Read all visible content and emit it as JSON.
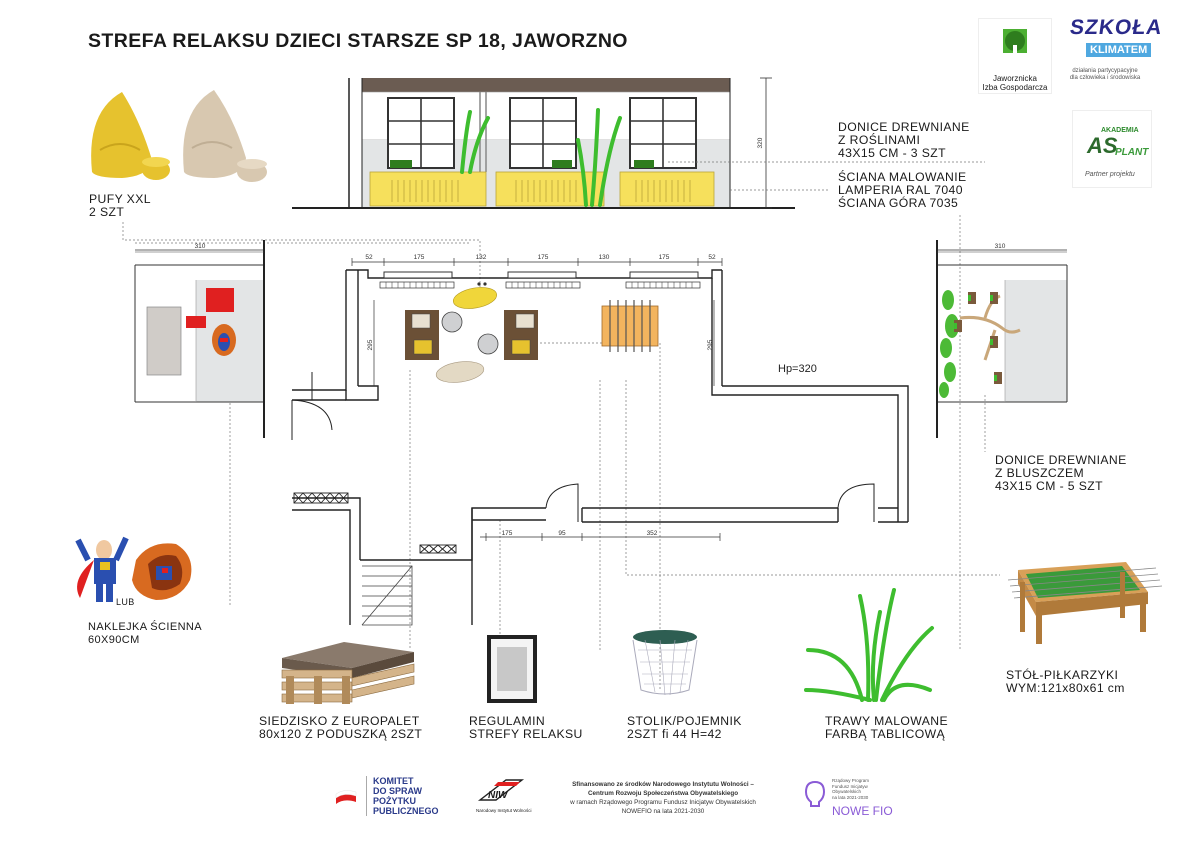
{
  "title": "STREFA RELAKSU DZIECI STARSZE SP 18, JAWORZNO",
  "logos": {
    "jig_line1": "Jaworznicka",
    "jig_line2": "Izba Gospodarcza",
    "szkola_main": "SZKOŁA",
    "szkola_sub": "KLIMATEM",
    "szkola_tag1": "działania partycypacyjne",
    "szkola_tag2": "dla człowieka i środowiska",
    "akademia": "AKADEMIA",
    "as": "AS",
    "plant": "PLANT",
    "partner": "Partner projektu"
  },
  "labels": {
    "donice_top": [
      "DONICE DREWNIANE",
      "Z ROŚLINAMI",
      "43X15 CM - 3 SZT"
    ],
    "sciana": [
      "ŚCIANA MALOWANIE",
      "LAMPERIA RAL 7040",
      "ŚCIANA GÓRA 7035"
    ],
    "pufy": [
      "PUFY XXL",
      "2 SZT"
    ],
    "donice_right": [
      "DONICE DREWNIANE",
      "Z BLUSZCZEM",
      "43X15 CM - 5 SZT"
    ],
    "naklejka": [
      "NAKLEJKA ŚCIENNA",
      "60X90CM"
    ],
    "lub": "LUB",
    "siedzisko": [
      "SIEDZISKO Z EUROPALET",
      "80x120 Z PODUSZKĄ  2SZT"
    ],
    "regulamin": [
      "REGULAMIN",
      "STREFY RELAKSU"
    ],
    "stolik": [
      "STOLIK/POJEMNIK",
      "2SZT fi 44 H=42"
    ],
    "trawy": [
      "TRAWY MALOWANE",
      "FARBĄ TABLICOWĄ"
    ],
    "stol": [
      "STÓŁ-PIŁKARZYKI",
      "WYM:121x80x61 cm"
    ],
    "hp": "Hp=320"
  },
  "dims": {
    "elev_height": "320",
    "left_width": "310",
    "right_width": "310",
    "top_row": [
      "52",
      "175",
      "132",
      "175",
      "130",
      "175",
      "52"
    ],
    "side_left": "295",
    "side_right": "295",
    "bottom_row": [
      "175",
      "95",
      "352"
    ]
  },
  "footer": {
    "komitet": [
      "KOMITET",
      "DO SPRAW",
      "POŻYTKU",
      "PUBLICZNEGO"
    ],
    "niw": "NIW",
    "niw_sub": "Narodowy Instytut Wolności",
    "fund": [
      "Sfinansowano ze środków Narodowego Instytutu Wolności –",
      "Centrum Rozwoju Społeczeństwa Obywatelskiego",
      "w ramach Rządowego Programu Fundusz Inicjatyw Obywatelskich",
      "NOWEFIO na lata 2021-2030"
    ],
    "fio_small": [
      "Rządowy Program",
      "Fundusz Inicjatyw",
      "Obywatelskich",
      "na lata 2021-2030"
    ],
    "nowe_fio": "NOWE FIO"
  },
  "colors": {
    "yellow": "#f6e05c",
    "pouf_yellow": "#e6c22e",
    "pouf_beige": "#d8c8b0",
    "red": "#e02020",
    "wall_grey": "#e3e5e6",
    "grass": "#3ebd2f",
    "wood": "#7a5a3c",
    "fio_purple": "#8a5bd6"
  }
}
